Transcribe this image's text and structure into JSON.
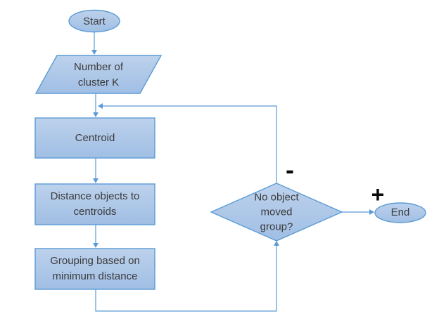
{
  "diagram": {
    "type": "flowchart",
    "nodes": {
      "start": {
        "label": "Start",
        "shape": "terminator"
      },
      "input": {
        "label": "Number of\ncluster K",
        "shape": "parallelogram"
      },
      "centroid": {
        "label": "Centroid",
        "shape": "process"
      },
      "distance": {
        "label": "Distance objects to\ncentroids",
        "shape": "process"
      },
      "grouping": {
        "label": "Grouping based on\nminimum distance",
        "shape": "process"
      },
      "decision": {
        "label": "No object\nmoved\ngroup?",
        "shape": "decision"
      },
      "end": {
        "label": "End",
        "shape": "terminator"
      }
    },
    "branches": {
      "negative": "-",
      "positive": "+"
    },
    "colors": {
      "shape_fill_top": "#bdd2ec",
      "shape_fill_bottom": "#a0bee4",
      "shape_stroke": "#5b9bd5",
      "connector": "#5b9bd5",
      "stray_arrowhead": "#a6c4e6",
      "text": "#3b3b3b",
      "branch_text": "#0a0a0a"
    }
  }
}
